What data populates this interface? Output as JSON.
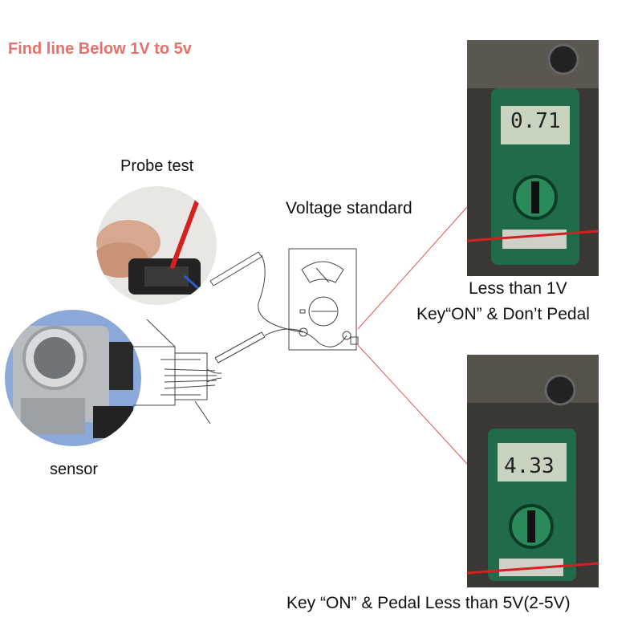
{
  "heading": "Find line Below 1V to 5v",
  "labels": {
    "probe_test": "Probe test",
    "voltage_standard": "Voltage standard",
    "sensor": "sensor"
  },
  "readings": {
    "top": {
      "display": "0.71",
      "caption_line1": "Less than 1V",
      "caption_line2": "Key“ON” &  Don’t Pedal"
    },
    "bottom": {
      "display": "4.33",
      "caption": "Key “ON” & Pedal Less than 5V(2-5V)"
    }
  },
  "colors": {
    "heading": "#e8706a",
    "connector_lines": "#e05555",
    "meter_body": "#1f6b4a",
    "meter_display": "#c8d4c0",
    "probe_red": "#d42020"
  },
  "icons": [
    "analog-voltmeter-icon",
    "throttle-body-sensor-icon",
    "multimeter-icon"
  ]
}
